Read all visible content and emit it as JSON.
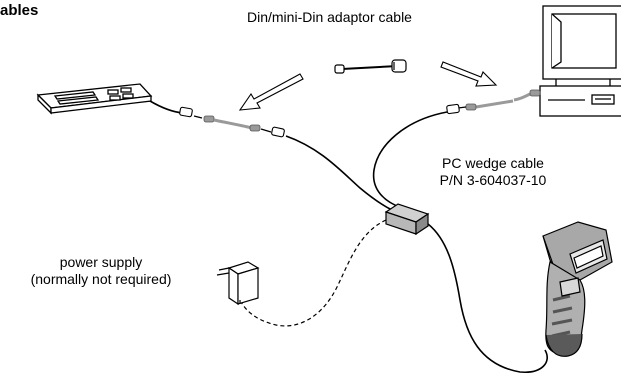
{
  "labels": {
    "title_fragment": "ables",
    "adaptor_cable": "Din/mini-Din adaptor cable",
    "wedge_cable_line1": "PC wedge cable",
    "wedge_cable_line2": "P/N 3-604037-10",
    "power_supply_line1": "power supply",
    "power_supply_line2": "(normally not required)"
  },
  "components": {
    "keyboard": "keyboard",
    "computer": "computer",
    "scanner": "handheld barcode scanner",
    "splitter": "PC wedge cable junction box",
    "adapter": "power supply adapter"
  },
  "colors": {
    "line": "#000000",
    "adaptor_cable": "#9a9a9a",
    "scanner_body": "#a8a8a8",
    "scanner_dark": "#5a5a5a",
    "splitter": "#b8b8b8"
  }
}
